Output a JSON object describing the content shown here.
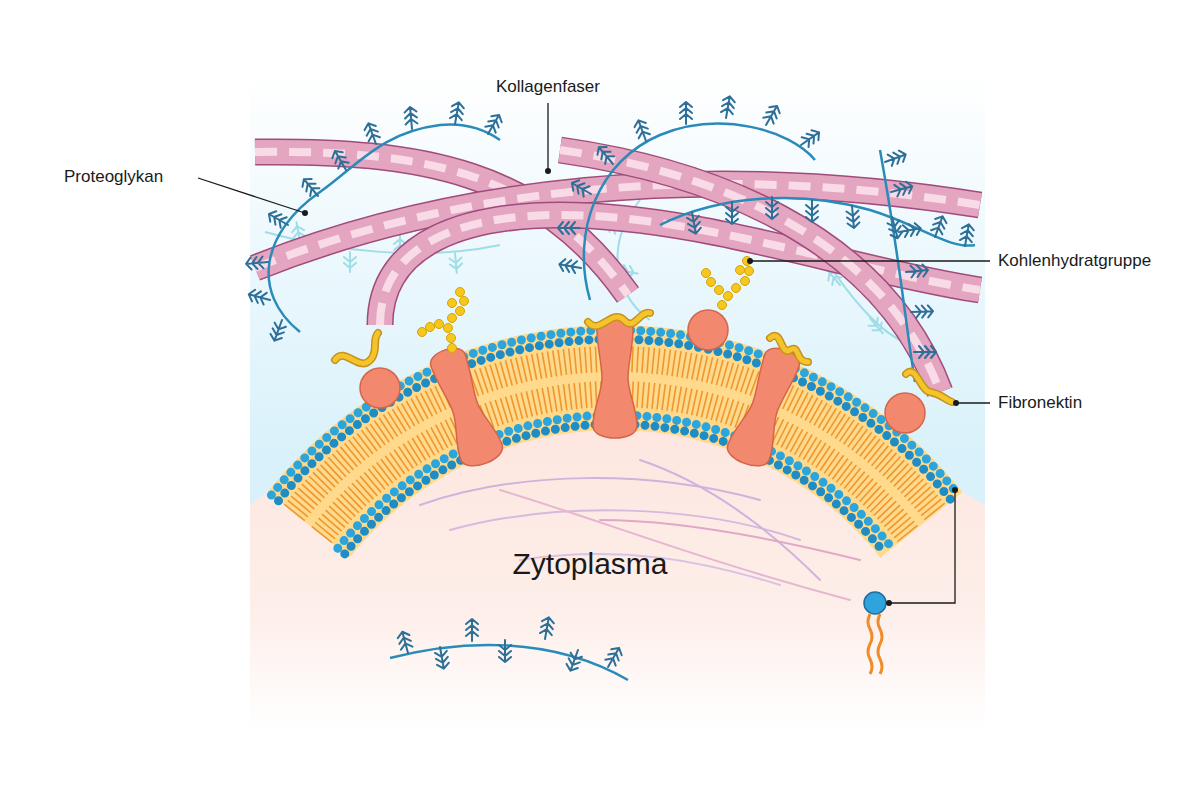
{
  "diagram": {
    "labels": [
      "Kollagenfaser",
      "Proteoglykan",
      "Kohlenhydratgruppe",
      "Fibronektin",
      "Zytoplasma"
    ]
  }
}
